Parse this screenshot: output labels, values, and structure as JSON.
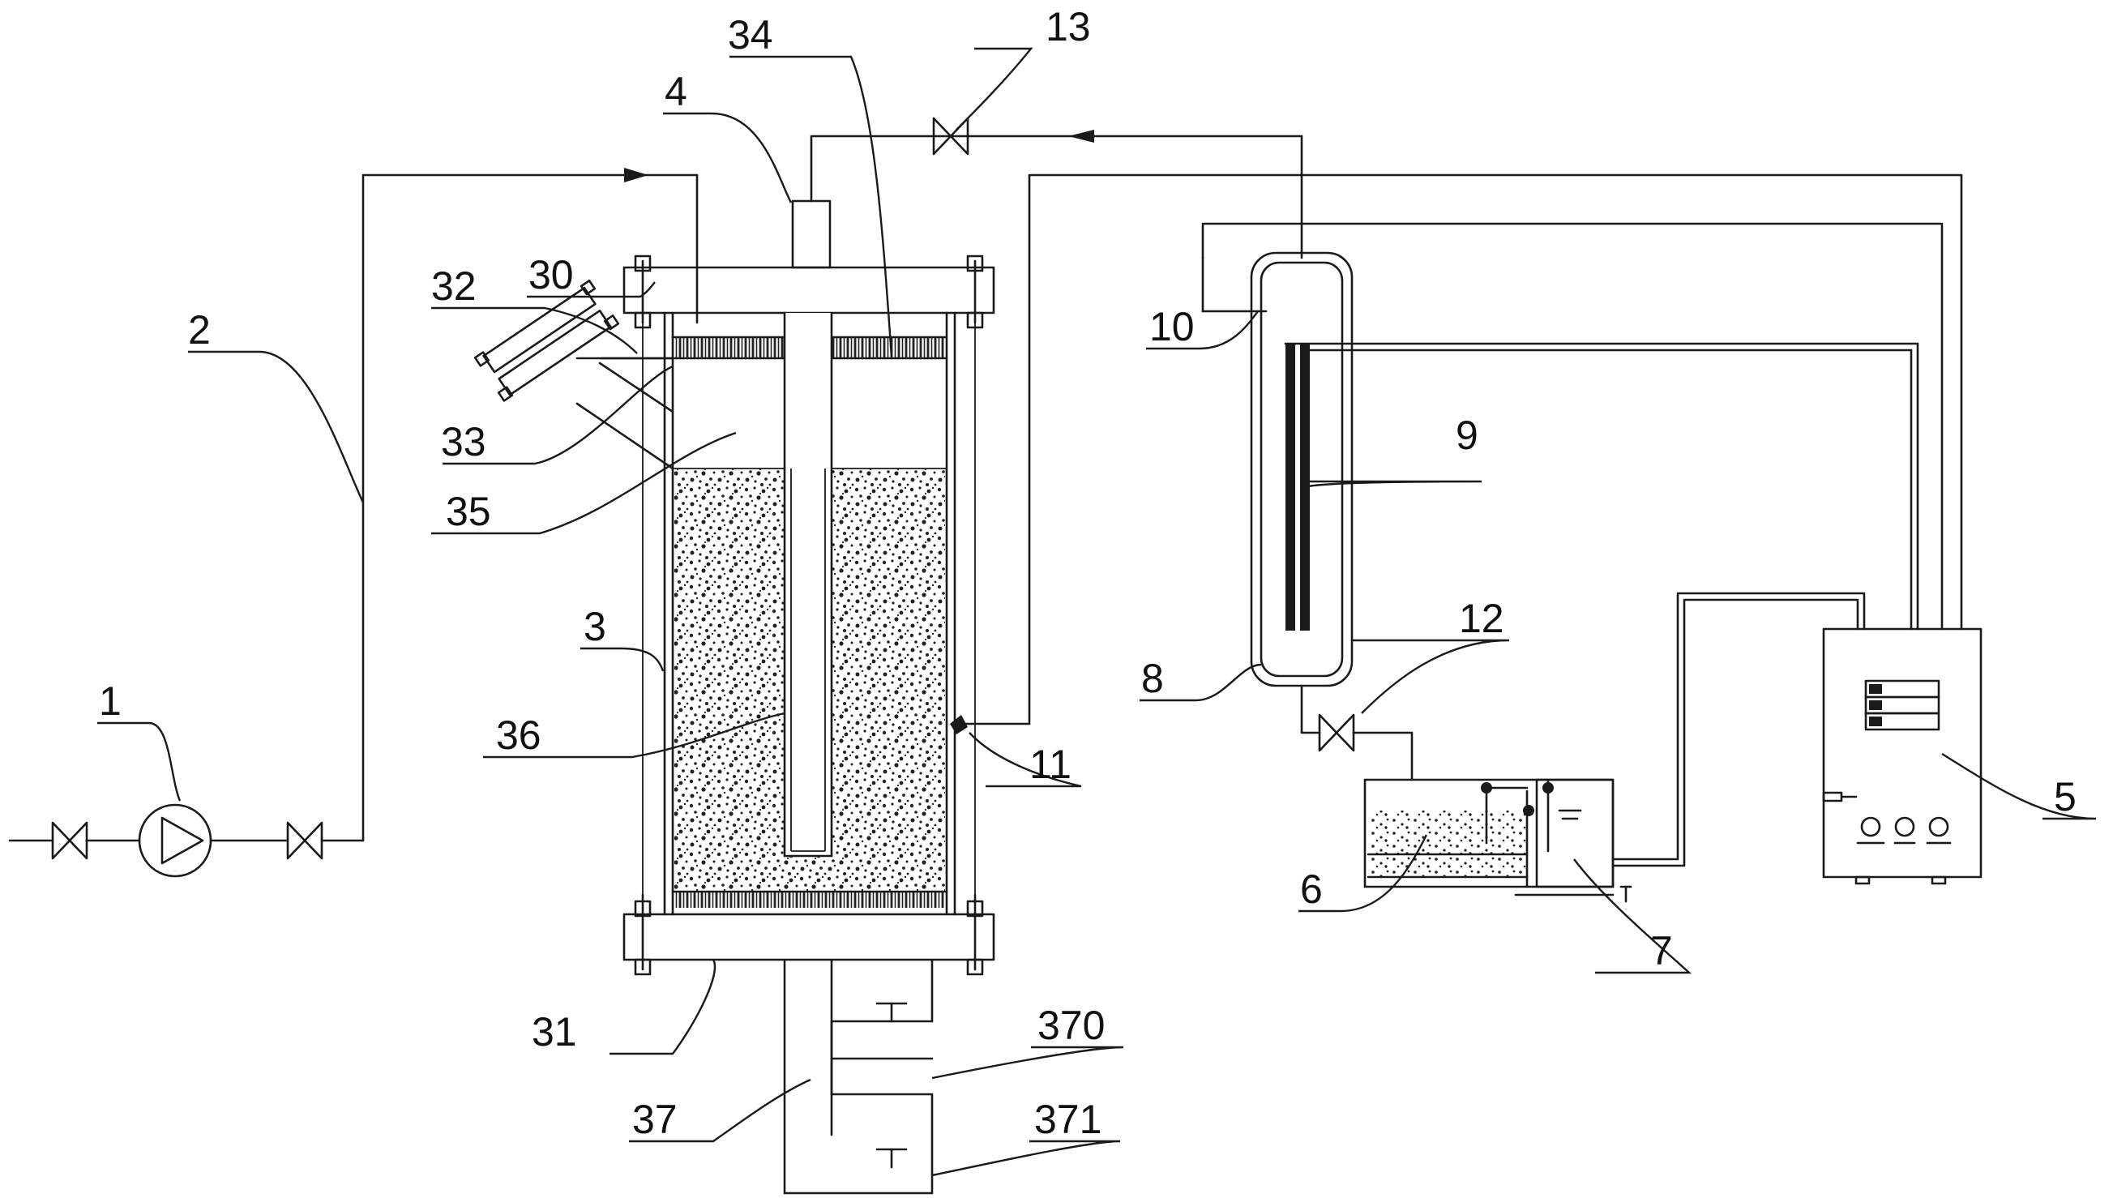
{
  "labels": {
    "l1": "1",
    "l2": "2",
    "l3": "3",
    "l4": "4",
    "l5": "5",
    "l6": "6",
    "l7": "7",
    "l8": "8",
    "l9": "9",
    "l10": "10",
    "l11": "11",
    "l12": "12",
    "l13": "13",
    "l30": "30",
    "l31": "31",
    "l32": "32",
    "l33": "33",
    "l34": "34",
    "l35": "35",
    "l36": "36",
    "l37": "37",
    "l370": "370",
    "l371": "371"
  },
  "colors": {
    "line": "#1a1a1a",
    "background": "#ffffff"
  }
}
